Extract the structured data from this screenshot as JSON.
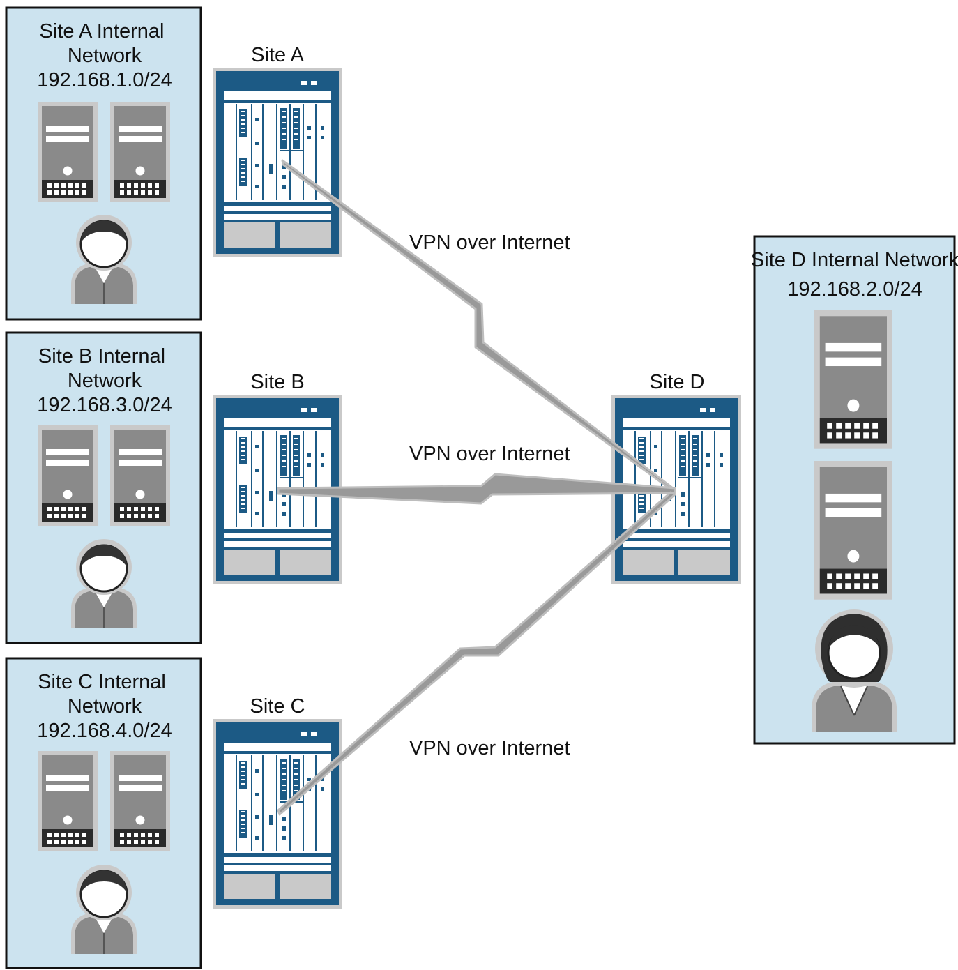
{
  "sites": {
    "a": {
      "network_lines": [
        "Site A Internal",
        "Network",
        "192.168.1.0/24"
      ],
      "router_label": "Site A"
    },
    "b": {
      "network_lines": [
        "Site B Internal",
        "Network",
        "192.168.3.0/24"
      ],
      "router_label": "Site B"
    },
    "c": {
      "network_lines": [
        "Site C Internal",
        "Network",
        "192.168.4.0/24"
      ],
      "router_label": "Site C"
    },
    "d": {
      "network_lines": [
        "Site D Internal Network",
        "192.168.2.0/24"
      ],
      "router_label": "Site D"
    }
  },
  "links": [
    {
      "from": "Site A",
      "to": "Site D",
      "label": "VPN over Internet"
    },
    {
      "from": "Site B",
      "to": "Site D",
      "label": "VPN over Internet"
    },
    {
      "from": "Site C",
      "to": "Site D",
      "label": "VPN over Internet"
    }
  ],
  "colors": {
    "panel_fill": "#cce3ef",
    "panel_border": "#111111",
    "router_body": "#1c5a85",
    "icon_gray": "#8a8a8a",
    "icon_light": "#c9c9c9",
    "link_gray": "#999999"
  }
}
